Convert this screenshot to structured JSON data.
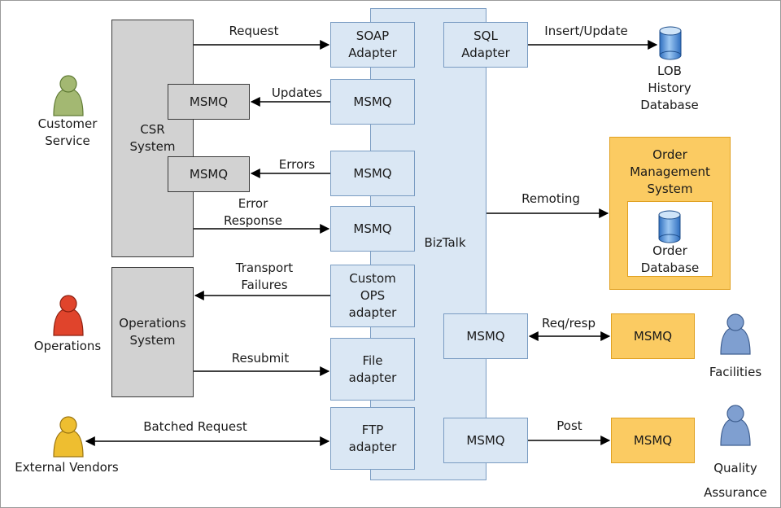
{
  "biztalk": {
    "label": "BizTalk"
  },
  "systems": {
    "csr": "CSR\nSystem",
    "operations": "Operations\nSystem",
    "order_management": "Order\nManagement\nSystem"
  },
  "adapters": {
    "soap": "SOAP\nAdapter",
    "sql": "SQL\nAdapter",
    "msmq_updates": "MSMQ",
    "msmq_errors": "MSMQ",
    "msmq_error_response": "MSMQ",
    "custom_ops": "Custom\nOPS\nadapter",
    "file": "File\nadapter",
    "ftp": "FTP\nadapter",
    "msmq_req_resp": "MSMQ",
    "msmq_post": "MSMQ"
  },
  "csr_queues": {
    "updates": "MSMQ",
    "errors": "MSMQ"
  },
  "external_queues": {
    "facilities": "MSMQ",
    "quality": "MSMQ"
  },
  "databases": {
    "lob_history": "LOB\nHistory\nDatabase",
    "order": "Order\nDatabase"
  },
  "actors": {
    "customer_service": "Customer\nService",
    "operations": "Operations",
    "external_vendors": "External Vendors",
    "facilities": "Facilities",
    "quality_assurance": "Quality\nAssurance"
  },
  "connections": {
    "request": "Request",
    "updates": "Updates",
    "errors": "Errors",
    "error_response": "Error\nResponse",
    "transport_failures": "Transport\nFailures",
    "resubmit": "Resubmit",
    "batched_request": "Batched Request",
    "insert_update": "Insert/Update",
    "remoting": "Remoting",
    "req_resp": "Req/resp",
    "post": "Post"
  },
  "colors": {
    "customer_service": "#a3b872",
    "operations": "#e0442c",
    "external_vendors": "#eebe30",
    "facilities": "#7f9fd0",
    "quality_assurance": "#7f9fd0",
    "biztalk_fill": "#dae7f4",
    "system_fill": "#d2d2d2",
    "external_fill": "#fbcb62"
  }
}
